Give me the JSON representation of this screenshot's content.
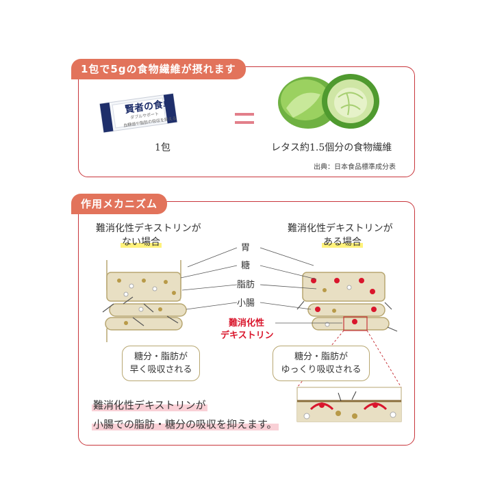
{
  "section1": {
    "tag": "1包で5gの食物繊維が摂れます",
    "package_brand": "賢者の食卓",
    "package_sub": "ダブルサポート",
    "package_note": "血糖値や脂肪の吸収を抑える",
    "left_caption": "1包",
    "right_caption": "レタス約1.5個分の食物繊維",
    "source": "出典：日本食品標準成分表"
  },
  "section2": {
    "tag": "作用メカニズム",
    "left_title_line1": "難消化性デキストリンが",
    "left_title_line2": "ない場合",
    "right_title_line1": "難消化性デキストリンが",
    "right_title_line2": "ある場合",
    "label_stomach": "胃",
    "label_sugar": "糖",
    "label_fat": "脂肪",
    "label_intestine": "小腸",
    "label_dextrin_line1": "難消化性",
    "label_dextrin_line2": "デキストリン",
    "left_bubble_line1": "糖分・脂肪が",
    "left_bubble_line2": "早く吸収される",
    "right_bubble_line1": "糖分・脂肪が",
    "right_bubble_line2": "ゆっくり吸収される",
    "summary_line1": "難消化性デキストリンが",
    "summary_line2": "小腸での脂肪・糖分の吸収を抑えます。"
  },
  "colors": {
    "accent": "#c8343a",
    "tag_bg": "#e2735b",
    "fluid": "#e8dfc3",
    "fiber_red": "#d9162c"
  }
}
